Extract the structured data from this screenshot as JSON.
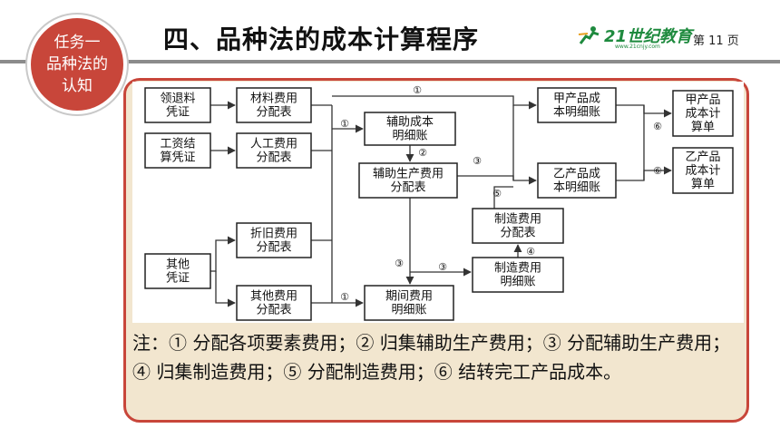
{
  "badge": {
    "line1": "任务一",
    "line2": "品种法的",
    "line3": "认知"
  },
  "header": {
    "title": "四、品种法的成本计算程序",
    "page": "第 11 页"
  },
  "logo": {
    "brand": "21世纪教育",
    "url": "www.21cnjy.com"
  },
  "diagram": {
    "boxes": {
      "lingtui": [
        "领退料",
        "凭证"
      ],
      "gongzi": [
        "工资结",
        "算凭证"
      ],
      "qita": [
        "其他",
        "凭证"
      ],
      "cailiao": [
        "材料费用",
        "分配表"
      ],
      "rengong": [
        "人工费用",
        "分配表"
      ],
      "zhejiu": [
        "折旧费用",
        "分配表"
      ],
      "qitafy": [
        "其他费用",
        "分配表"
      ],
      "fuzhuzhang": [
        "辅助成本",
        "明细账"
      ],
      "fuzhufenpei": [
        "辅助生产费用",
        "分配表"
      ],
      "qijian": [
        "期间费用",
        "明细账"
      ],
      "zhizaomx": [
        "制造费用",
        "明细账"
      ],
      "zhizaofp": [
        "制造费用",
        "分配表"
      ],
      "jiamx": [
        "甲产品成",
        "本明细账"
      ],
      "yimx": [
        "乙产品成",
        "本明细账"
      ],
      "jiadan": [
        "甲产品",
        "成本计",
        "算单"
      ],
      "yidan": [
        "乙产品",
        "成本计",
        "算单"
      ]
    },
    "markers": {
      "m1": "①",
      "m2": "②",
      "m3": "③",
      "m4": "④",
      "m5": "⑤",
      "m6": "⑥"
    }
  },
  "note": {
    "text": "注：① 分配各项要素费用；② 归集辅助生产费用；③ 分配辅助生产费用；④ 归集制造费用；⑤ 分配制造费用；⑥ 结转完工产品成本。"
  },
  "colors": {
    "accent": "#c8463a",
    "panel": "#f2e6cf",
    "diagram_bg": "#ffffff",
    "line": "#333333"
  }
}
